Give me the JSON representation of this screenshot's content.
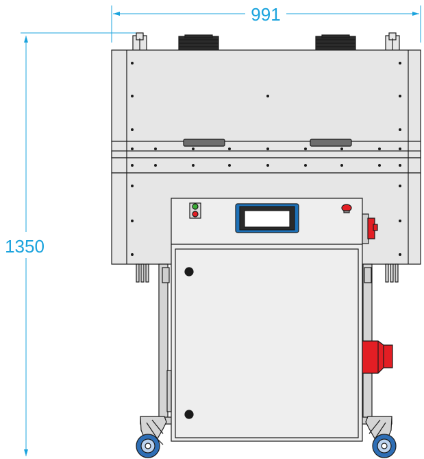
{
  "dimensions": {
    "width_label": "991",
    "height_label": "1350",
    "color": "#1aa3dd"
  },
  "colors": {
    "panel_fill": "#e6e6e6",
    "cabinet_fill": "#eeeeee",
    "frame_fill": "#d4d4d4",
    "outline": "#1a1a1a",
    "accent_red": "#e31e24",
    "start_green": "#3aaa35",
    "display_blue": "#1d71b8",
    "wheel_blue": "#2e6eb5",
    "handle_dark": "#6e6e6e"
  },
  "icons": {
    "start_button": "green-round-button",
    "stop_button": "red-round-button",
    "emergency_button": "red-mushroom-button",
    "main_switch": "red-rotary-switch",
    "wheels": "swivel-caster"
  }
}
